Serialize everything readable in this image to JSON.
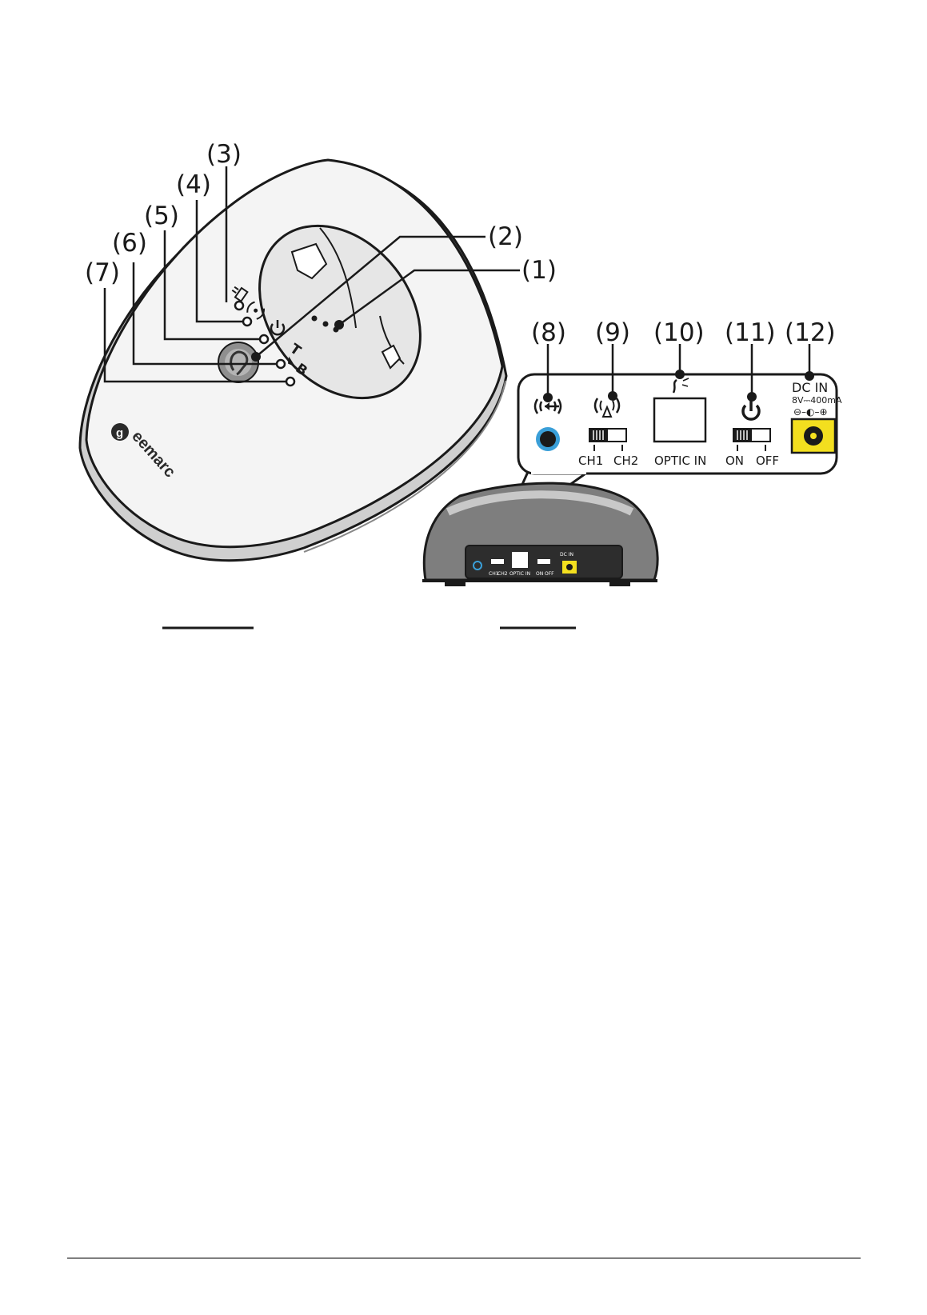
{
  "callouts": {
    "c1": "(1)",
    "c2": "(2)",
    "c3": "(3)",
    "c4": "(4)",
    "c5": "(5)",
    "c6": "(6)",
    "c7": "(7)",
    "c8": "(8)",
    "c9": "(9)",
    "c10": "(10)",
    "c11": "(11)",
    "c12": "(12)"
  },
  "device": {
    "brand": "eemarc",
    "tb_top": "T",
    "tb_bottom": "B"
  },
  "rear_panel": {
    "ch1": "CH1",
    "ch2": "CH2",
    "optic_in": "OPTIC IN",
    "on": "ON",
    "off": "OFF",
    "dc_in": "DC IN",
    "dc_rating": "8V⎓400mA",
    "polarity": "⊖–◐–⊕"
  },
  "mini_panel": {
    "ch1": "CH1",
    "ch2": "CH2",
    "optic_in": "OPTIC IN",
    "on": "ON",
    "off": "OFF",
    "dc_in": "DC IN"
  },
  "colors": {
    "jack_ring": "#3a9fd8",
    "dc_socket": "#f3df1f",
    "outline": "#1a1a1a",
    "body_fill": "#f4f4f4",
    "panel_fill": "#2d2d2d"
  }
}
